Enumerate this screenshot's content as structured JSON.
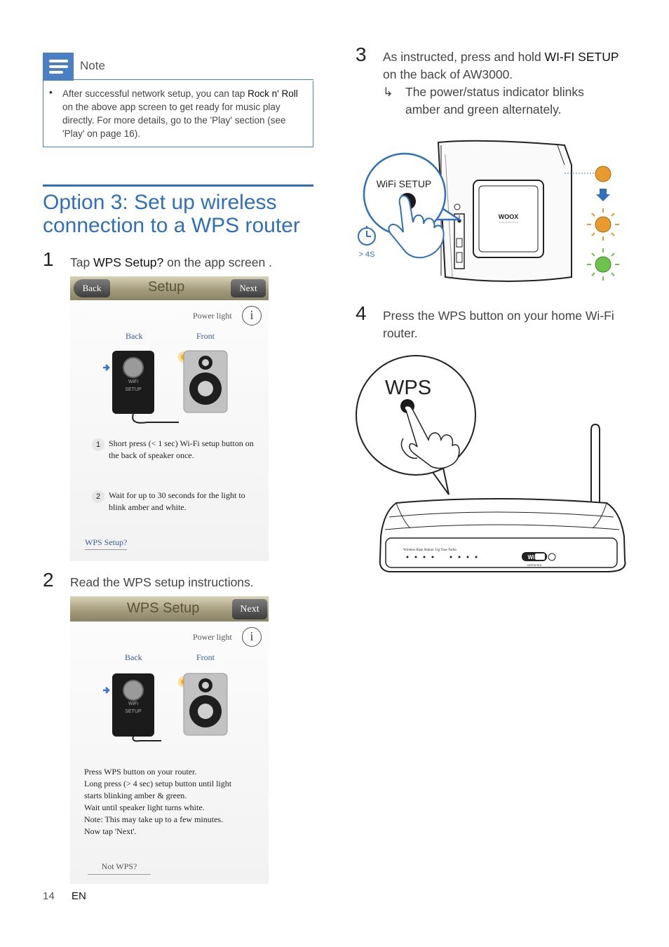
{
  "note": {
    "label": "Note",
    "bullet": "•",
    "text_a": "After successful network setup, you can tap ",
    "text_bold": "Rock n' Roll",
    "text_b": " on the above app screen to get ready for music play directly. For more details, go to the 'Play' section (see 'Play' on page 16)."
  },
  "heading": "Option 3: Set up wireless connection to a WPS router",
  "steps": {
    "s1_num": "1",
    "s1_a": "Tap ",
    "s1_bold": "WPS Setup?",
    "s1_b": " on the app screen .",
    "s2_num": "2",
    "s2_text": "Read the WPS setup instructions.",
    "s3_num": "3",
    "s3_a": "As instructed, press and hold ",
    "s3_bold": "WI-FI SETUP",
    "s3_b": " on the back of AW3000.",
    "s3_arrow": "↳",
    "s3_sub": "The power/status indicator blinks amber and green alternately.",
    "s4_num": "4",
    "s4_text": "Press the WPS button on your home Wi-Fi router."
  },
  "screen1": {
    "back": "Back",
    "title": "Setup",
    "next": "Next",
    "power_light": "Power light",
    "back_label": "Back",
    "front_label": "Front",
    "wifi_text": "WiFi SETUP",
    "step1_num": "1",
    "step1_text": "Short press (< 1 sec) Wi-Fi setup button on the back of speaker once.",
    "step2_num": "2",
    "step2_text": "Wait for up to 30 seconds for the light to blink amber and white.",
    "link": "WPS Setup?"
  },
  "screen2": {
    "title": "WPS Setup",
    "next": "Next",
    "power_light": "Power light",
    "back_label": "Back",
    "front_label": "Front",
    "wifi_text": "WiFi SETUP",
    "instructions": [
      "Press WPS button on your router.",
      "Long press (> 4 sec) setup button until light",
      "starts blinking amber & green.",
      "Wait until speaker light turns white.",
      "Note: This may take up to a few minutes.",
      "Now tap 'Next'."
    ],
    "link": "Not WPS?"
  },
  "illus3": {
    "wifi_setup": "WiFi SETUP",
    "time": "> 4S",
    "brand": "WOOX"
  },
  "illus4": {
    "wps": "WPS",
    "router_text": "Wireless Base Station 11g True Turbo",
    "wifi_logo": "Wi Fi",
    "certified": "CERTIFIED"
  },
  "footer": {
    "page": "14",
    "lang": "EN"
  },
  "colors": {
    "accent": "#2f6fbf",
    "amber": "#e89a2e",
    "green": "#6cc24a"
  }
}
